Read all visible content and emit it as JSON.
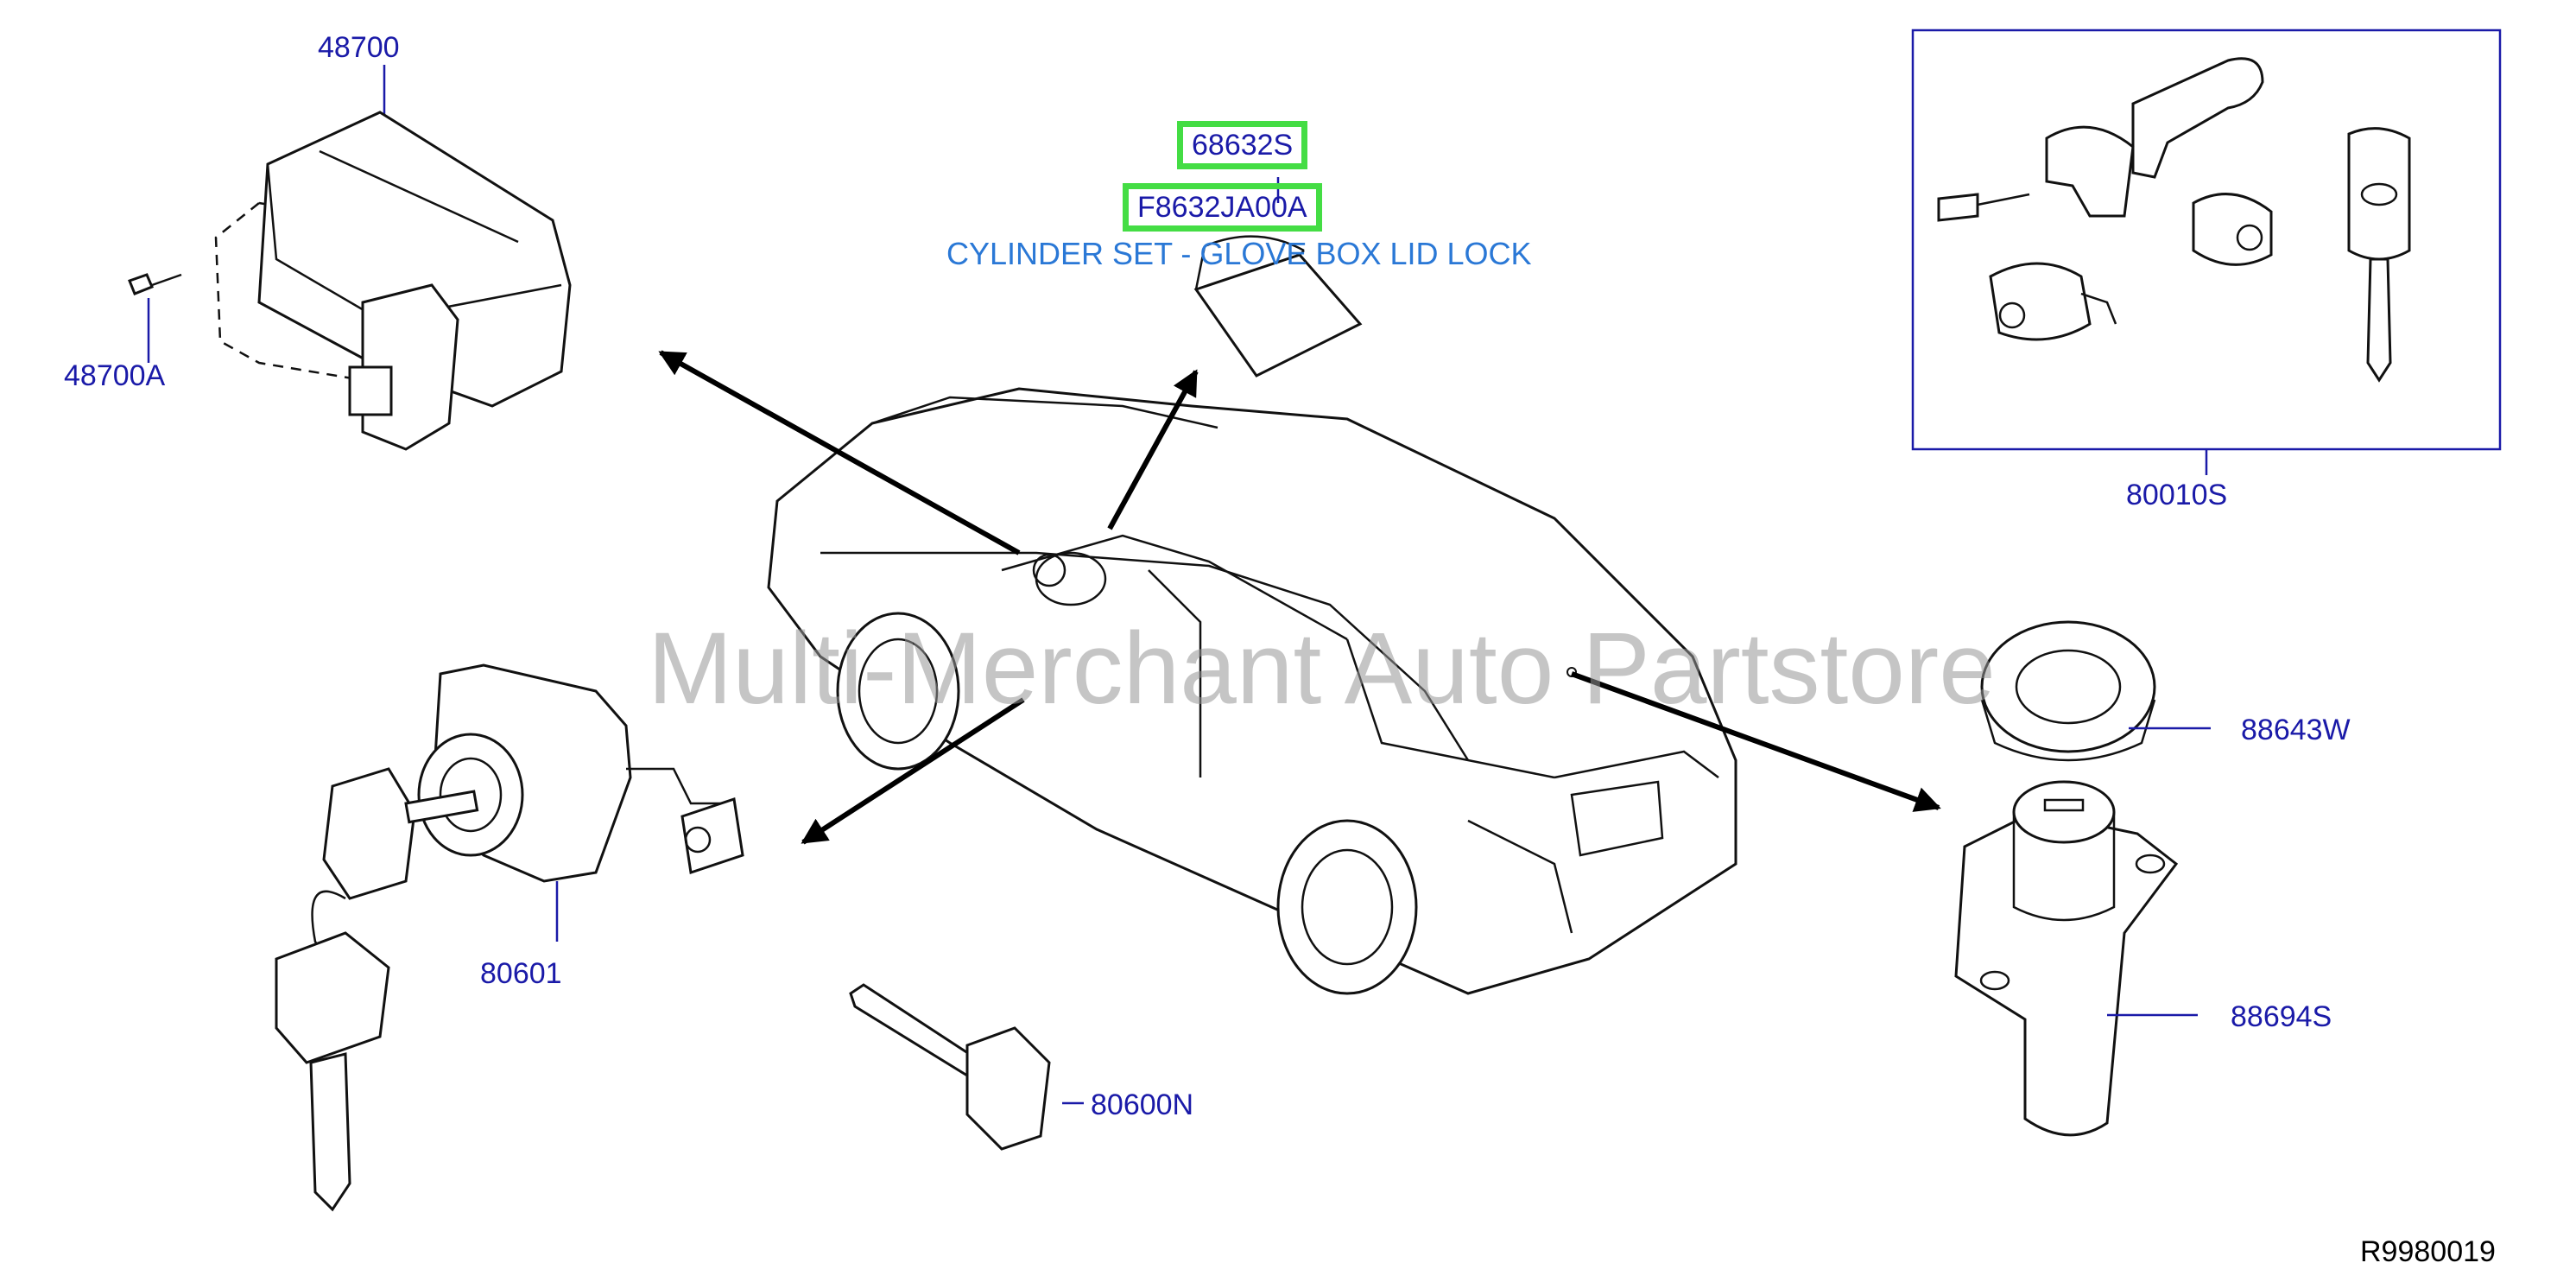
{
  "diagram": {
    "reference_code": "R9980019",
    "watermark": "Multi-Merchant Auto Partstore",
    "callouts": [
      {
        "id": "48700",
        "label": "48700"
      },
      {
        "id": "48700A",
        "label": "48700A"
      },
      {
        "id": "68632S",
        "label": "68632S",
        "highlighted": true
      },
      {
        "id": "F8632JA00A",
        "label": "F8632JA00A",
        "highlighted": true
      },
      {
        "id": "80010S",
        "label": "80010S"
      },
      {
        "id": "88643W",
        "label": "88643W"
      },
      {
        "id": "88694S",
        "label": "88694S"
      },
      {
        "id": "80601",
        "label": "80601"
      },
      {
        "id": "80600N",
        "label": "80600N"
      }
    ],
    "description": "CYLINDER SET - GLOVE BOX LID LOCK",
    "colors": {
      "label": "#1a1aa8",
      "description": "#2a78d6",
      "highlight": "#44dd44",
      "watermark": "#969696"
    }
  }
}
